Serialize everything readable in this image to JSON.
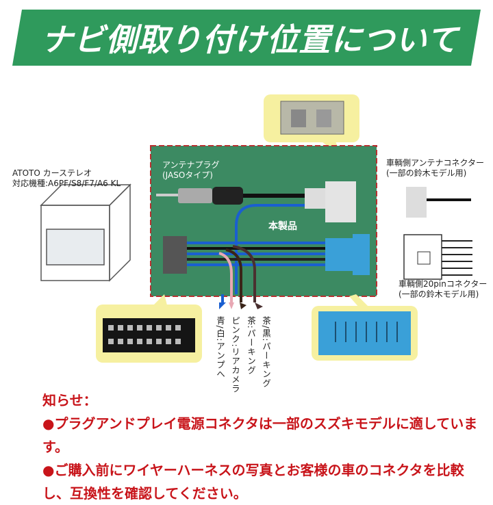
{
  "banner": {
    "title": "ナビ側取り付け位置について"
  },
  "stereo": {
    "line1": "ATOTO カーステレオ",
    "line2": "対応機種:A6PF/S8/F7/A6 KL"
  },
  "product": {
    "antenna_plug_line1": "アンテナプラグ",
    "antenna_plug_line2": "(JASOタイプ)",
    "label": "本製品"
  },
  "vehicle_antenna": {
    "line1": "車輌側アンテナコネクター",
    "line2": "(一部の鈴木モデル用)"
  },
  "vehicle_20pin": {
    "line1": "車輌側20pinコネクター",
    "line2": "(一部の鈴木モデル用)"
  },
  "wires": [
    {
      "label": "青/白:アンプへ",
      "color": "#1a5fd0"
    },
    {
      "label": "ピンク:リアカメラ",
      "color": "#e8a8b4"
    },
    {
      "label": "茶:パーキング",
      "color": "#3a2418"
    },
    {
      "label": "茶/黒:パーキング",
      "color": "#4a3030"
    }
  ],
  "notice": {
    "title": "知らせ：",
    "item1": "●プラグアンドプレイ電源コネクタは一部のスズキモデルに適しています。",
    "item2": "●ご購入前にワイヤーハーネスの写真とお客様の車のコネクタを比較し、互換性を確認してください。"
  },
  "colors": {
    "banner": "#2f9a5c",
    "board": "#3c8a62",
    "callout": "#f6f0a0",
    "notice": "#c8141a"
  }
}
